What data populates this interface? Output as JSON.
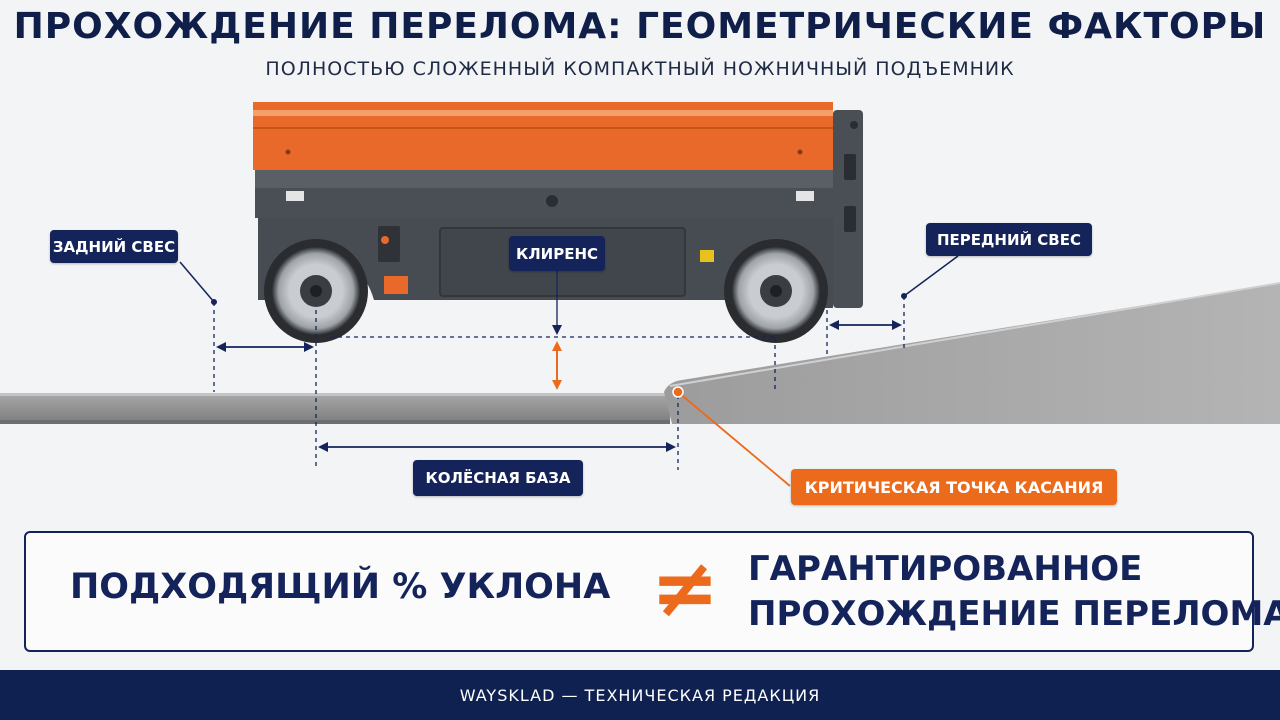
{
  "title": "ПРОХОЖДЕНИЕ ПЕРЕЛОМА: ГЕОМЕТРИЧЕСКИЕ ФАКТОРЫ",
  "subtitle": "ПОЛНОСТЬЮ СЛОЖЕННЫЙ КОМПАКТНЫЙ НОЖНИЧНЫЙ ПОДЪЕМНИК",
  "labels": {
    "rear_overhang": "ЗАДНИЙ СВЕС",
    "front_overhang": "ПЕРЕДНИЙ СВЕС",
    "clearance": "КЛИРЕНС",
    "wheelbase": "КОЛЁСНАЯ БАЗА",
    "critical_point": "КРИТИЧЕСКАЯ ТОЧКА КАСАНИЯ"
  },
  "summary": {
    "left": "ПОДХОДЯЩИЙ % УКЛОНА",
    "symbol": "≠",
    "right_line1": "ГАРАНТИРОВАННОЕ",
    "right_line2": "ПРОХОЖДЕНИЕ ПЕРЕЛОМА"
  },
  "footer": "WAYSKLAD — ТЕХНИЧЕСКАЯ РЕДАКЦИЯ",
  "colors": {
    "navy": "#14245a",
    "orange": "#ec6a1c",
    "machine_orange": "#e8692a",
    "machine_gray": "#4a4f55",
    "ground": "#8f8f8f"
  }
}
